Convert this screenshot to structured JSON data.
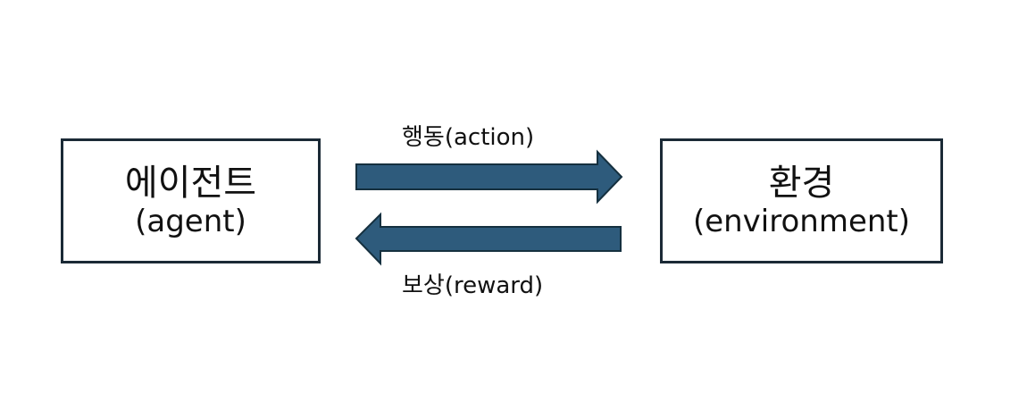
{
  "agent": {
    "title": "에이전트",
    "subtitle": "(agent)"
  },
  "environment": {
    "title": "환경",
    "subtitle": "(environment)"
  },
  "arrows": {
    "action_label": "행동(action)",
    "reward_label": "보상(reward)"
  },
  "colors": {
    "arrow_fill": "#2e5b7c",
    "arrow_stroke": "#15303f",
    "box_border": "#1b2a36"
  }
}
